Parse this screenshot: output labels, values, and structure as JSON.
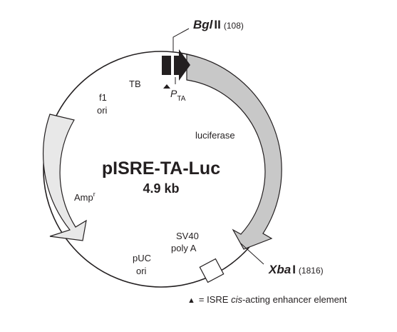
{
  "plasmid": {
    "name": "pISRE-TA-Luc",
    "size": "4.9 kb"
  },
  "sites": {
    "bglii": {
      "name_italic": "Bgl",
      "name_roman": "II",
      "position": "(108)"
    },
    "xbai": {
      "name_italic": "Xba",
      "name_roman": "I",
      "position": "(1816)"
    }
  },
  "features": {
    "tb": "TB",
    "promoter_main": "P",
    "promoter_sub": "TA",
    "luciferase": "luciferase",
    "sv40_line1": "SV40",
    "sv40_line2": "poly A",
    "puc_line1": "pUC",
    "puc_line2": "ori",
    "amp_main": "Amp",
    "amp_sup": "r",
    "f1_line1": "f1",
    "f1_line2": "ori"
  },
  "legend": {
    "symbol": "▲",
    "prefix": "= ISRE ",
    "italic": "cis",
    "suffix": "-acting enhancer element"
  },
  "colors": {
    "ink": "#231f20",
    "luciferase_fill": "#c8c8c8",
    "amp_fill": "#e8e8e8"
  }
}
